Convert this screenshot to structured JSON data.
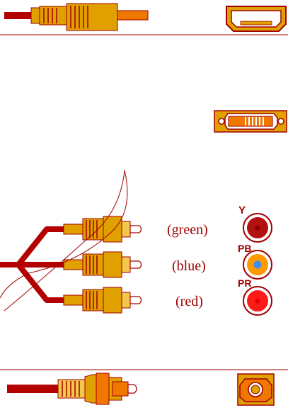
{
  "labels": {
    "green": "(green)",
    "blue": "(blue)",
    "red": "(red)"
  },
  "jacks": {
    "y": "Y",
    "pb": "PB",
    "pr": "PR"
  },
  "colors": {
    "cable": "#b30000",
    "outline": "#a10000",
    "connector_body": "#e0a000",
    "connector_light": "#f2c84a",
    "accent_orange": "#f07800",
    "jack_y": "#b31010",
    "jack_pb_ring": "#ff9900",
    "jack_pb_center": "#3b8ff0",
    "jack_pr": "#ff1a1a"
  },
  "icons": [
    "hdmi-cable-connector-icon",
    "hdmi-port-icon",
    "dvi-port-icon",
    "component-cable-icon",
    "toslink-cable-connector-icon",
    "toslink-port-icon"
  ]
}
